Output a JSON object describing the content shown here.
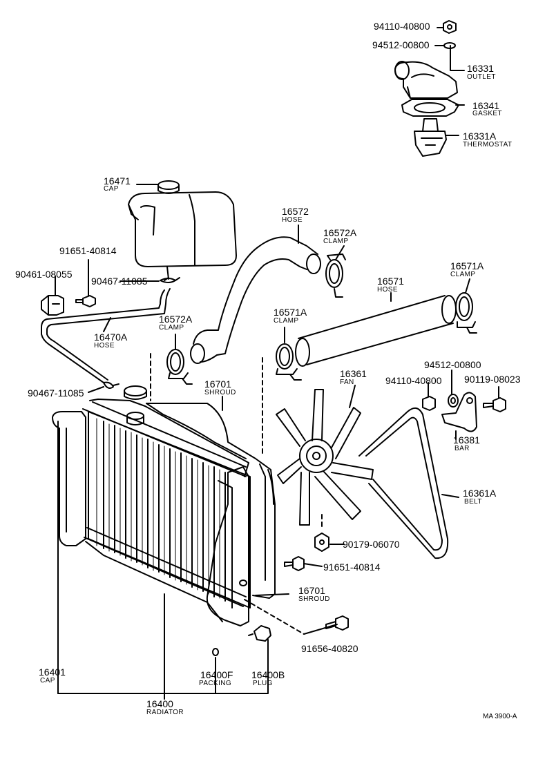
{
  "parts": [
    {
      "id": "p_94110_top",
      "number": "94110-40800",
      "name": ""
    },
    {
      "id": "p_94512_top",
      "number": "94512-00800",
      "name": ""
    },
    {
      "id": "p_16331",
      "number": "16331",
      "name": "OUTLET"
    },
    {
      "id": "p_16341",
      "number": "16341",
      "name": "GASKET"
    },
    {
      "id": "p_16331A",
      "number": "16331A",
      "name": "THERMOSTAT"
    },
    {
      "id": "p_16471",
      "number": "16471",
      "name": "CAP"
    },
    {
      "id": "p_16572",
      "number": "16572",
      "name": "HOSE"
    },
    {
      "id": "p_16572A_r",
      "number": "16572A",
      "name": "CLAMP"
    },
    {
      "id": "p_91651_top",
      "number": "91651-40814",
      "name": ""
    },
    {
      "id": "p_90461",
      "number": "90461-08055",
      "name": ""
    },
    {
      "id": "p_90467_top",
      "number": "90467-11085",
      "name": ""
    },
    {
      "id": "p_16571A_r",
      "number": "16571A",
      "name": "CLAMP"
    },
    {
      "id": "p_16571",
      "number": "16571",
      "name": "HOSE"
    },
    {
      "id": "p_16470A",
      "number": "16470A",
      "name": "HOSE"
    },
    {
      "id": "p_16572A_l",
      "number": "16572A",
      "name": "CLAMP"
    },
    {
      "id": "p_16571A_l",
      "number": "16571A",
      "name": "CLAMP"
    },
    {
      "id": "p_94512_mid",
      "number": "94512-00800",
      "name": ""
    },
    {
      "id": "p_16361",
      "number": "16361",
      "name": "FAN"
    },
    {
      "id": "p_94110_mid",
      "number": "94110-40800",
      "name": ""
    },
    {
      "id": "p_90119",
      "number": "90119-08023",
      "name": ""
    },
    {
      "id": "p_90467_mid",
      "number": "90467-11085",
      "name": ""
    },
    {
      "id": "p_16701_top",
      "number": "16701",
      "name": "SHROUD"
    },
    {
      "id": "p_16381",
      "number": "16381",
      "name": "BAR"
    },
    {
      "id": "p_16361A",
      "number": "16361A",
      "name": "BELT"
    },
    {
      "id": "p_90179",
      "number": "90179-06070",
      "name": ""
    },
    {
      "id": "p_91651_mid",
      "number": "91651-40814",
      "name": ""
    },
    {
      "id": "p_16701_bot",
      "number": "16701",
      "name": "SHROUD"
    },
    {
      "id": "p_91656",
      "number": "91656-40820",
      "name": ""
    },
    {
      "id": "p_16401",
      "number": "16401",
      "name": "CAP"
    },
    {
      "id": "p_16400F",
      "number": "16400F",
      "name": "PACKING"
    },
    {
      "id": "p_16400B",
      "number": "16400B",
      "name": "PLUG"
    },
    {
      "id": "p_16400",
      "number": "16400",
      "name": "RADIATOR"
    }
  ],
  "diagram_code": "MA 3900-A"
}
